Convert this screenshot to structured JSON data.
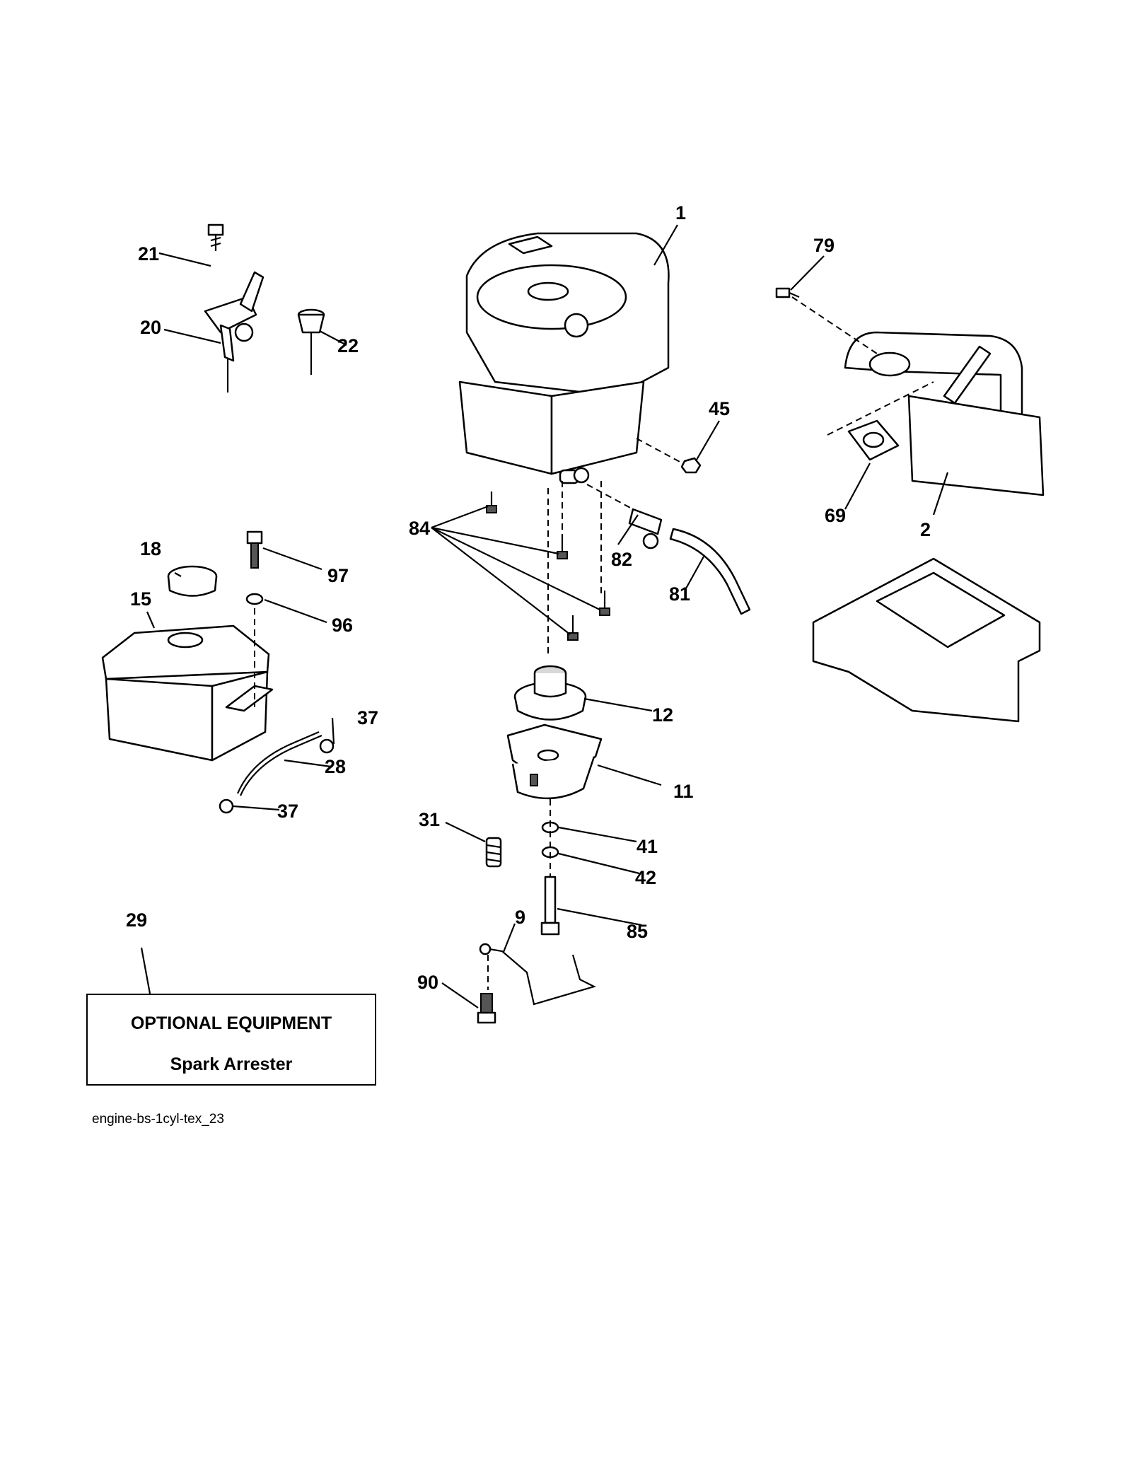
{
  "callouts": {
    "c1": "1",
    "c2": "2",
    "c9": "9",
    "c11": "11",
    "c12": "12",
    "c15": "15",
    "c18": "18",
    "c20": "20",
    "c21": "21",
    "c22": "22",
    "c28": "28",
    "c29": "29",
    "c31": "31",
    "c37a": "37",
    "c37b": "37",
    "c41": "41",
    "c42": "42",
    "c45": "45",
    "c69": "69",
    "c79": "79",
    "c81": "81",
    "c82": "82",
    "c84": "84",
    "c85": "85",
    "c90": "90",
    "c96": "96",
    "c97": "97"
  },
  "optional_box": {
    "title": "OPTIONAL EQUIPMENT",
    "item": "Spark Arrester"
  },
  "diagram_code": "engine-bs-1cyl-tex_23",
  "colors": {
    "line": "#000000",
    "background": "#ffffff",
    "shade": "#d8d8d8"
  }
}
